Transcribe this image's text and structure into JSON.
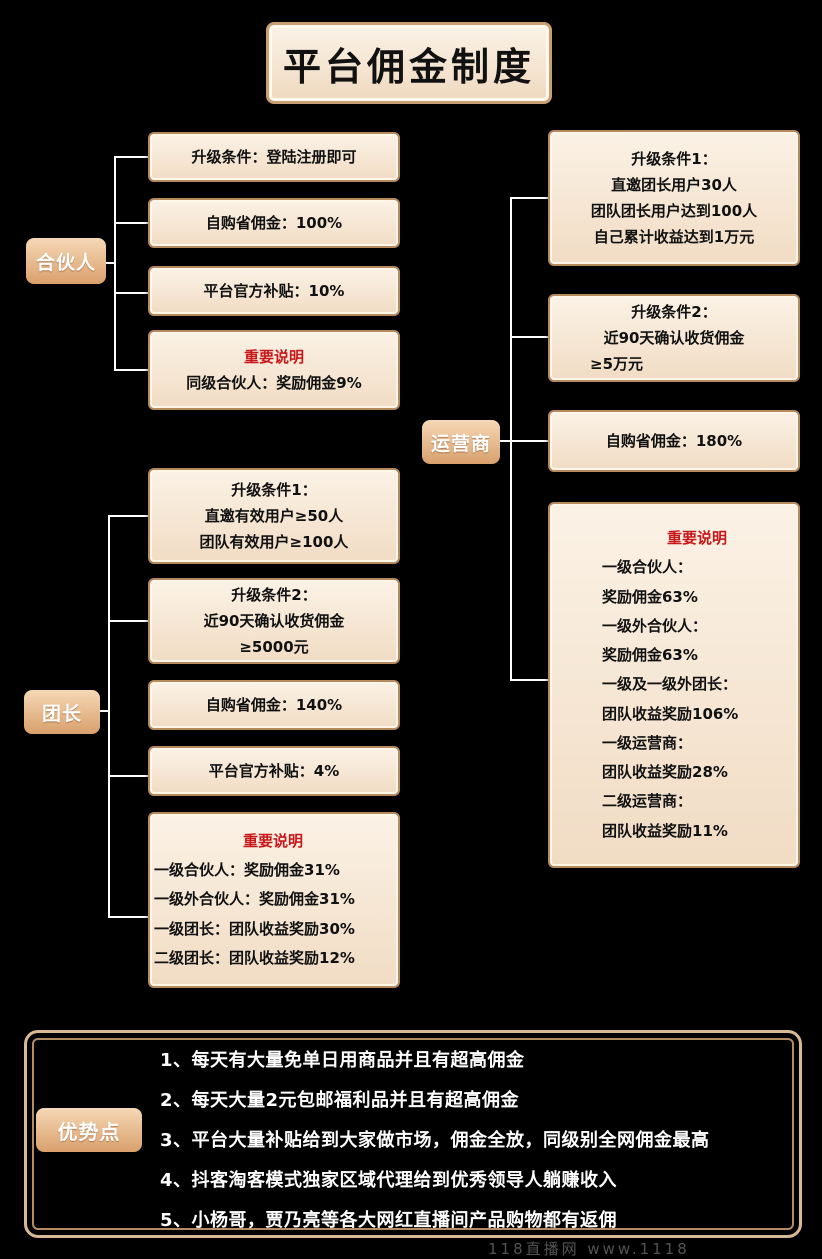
{
  "title": "平台佣金制度",
  "partner": {
    "label": "合伙人",
    "upgrade": "升级条件：登陆注册即可",
    "self_purchase": "自购省佣金：100%",
    "subsidy": "平台官方补贴：10%",
    "notice_title": "重要说明",
    "notice_lines": [
      "同级合伙人：奖励佣金9%"
    ]
  },
  "leader": {
    "label": "团长",
    "upgrade1_title": "升级条件1：",
    "upgrade1_lines": [
      "直邀有效用户≥50人",
      "团队有效用户≥100人"
    ],
    "upgrade2_title": "升级条件2：",
    "upgrade2_lines": [
      "近90天确认收货佣金",
      "≥5000元"
    ],
    "self_purchase": "自购省佣金：140%",
    "subsidy": "平台官方补贴：4%",
    "notice_title": "重要说明",
    "notice_lines": [
      "一级合伙人：奖励佣金31%",
      "一级外合伙人：奖励佣金31%",
      "一级团长：团队收益奖励30%",
      "二级团长：团队收益奖励12%"
    ]
  },
  "operator": {
    "label": "运营商",
    "upgrade1_title": "升级条件1：",
    "upgrade1_lines": [
      "直邀团长用户30人",
      "团队团长用户达到100人",
      "自己累计收益达到1万元"
    ],
    "upgrade2_title": "升级条件2：",
    "upgrade2_lines": [
      "近90天确认收货佣金",
      "≥5万元"
    ],
    "self_purchase": "自购省佣金：180%",
    "notice_title": "重要说明",
    "notice_lines": [
      "一级合伙人：",
      "奖励佣金63%",
      "一级外合伙人：",
      "奖励佣金63%",
      "一级及一级外团长：",
      "团队收益奖励106%",
      "一级运营商：",
      "团队收益奖励28%",
      "二级运营商：",
      "团队收益奖励11%"
    ]
  },
  "advantages": {
    "label": "优势点",
    "items": [
      "1、每天有大量免单日用商品并且有超高佣金",
      "2、每天大量2元包邮福利品并且有超高佣金",
      "3、平台大量补贴给到大家做市场，佣金全放，同级别全网佣金最高",
      "4、抖客淘客模式独家区域代理给到优秀领导人躺赚收入",
      "5、小杨哥，贾乃亮等各大网红直播间产品购物都有返佣"
    ]
  },
  "watermark": "118直播网   www.1118"
}
